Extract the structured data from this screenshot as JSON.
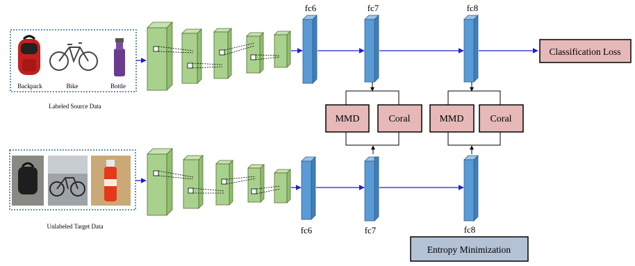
{
  "source": {
    "caption": "Labeled Source Data",
    "images": [
      {
        "label": "Backpack",
        "icon": "backpack-icon"
      },
      {
        "label": "Bike",
        "icon": "bike-icon"
      },
      {
        "label": "Bottle",
        "icon": "bottle-icon"
      }
    ]
  },
  "target": {
    "caption": "Unlabeled Target Data",
    "images": [
      {
        "icon": "backpack-photo"
      },
      {
        "icon": "bike-photo"
      },
      {
        "icon": "bottle-photo"
      }
    ]
  },
  "layers": {
    "top": [
      "fc6",
      "fc7",
      "fc8"
    ],
    "bottom": [
      "fc6",
      "fc7",
      "fc8"
    ]
  },
  "losses": {
    "mmd_1": "MMD",
    "coral_1": "Coral",
    "mmd_2": "MMD",
    "coral_2": "Coral",
    "classification": "Classification Loss",
    "entropy": "Entropy Minimization"
  },
  "colors": {
    "conv_fill": "#a9d18e",
    "fc_fill": "#5b9bd5",
    "loss_fill": "#e6b9b8",
    "entropy_fill": "#b4c2d6",
    "arrow_blue": "#1f1fd6"
  }
}
